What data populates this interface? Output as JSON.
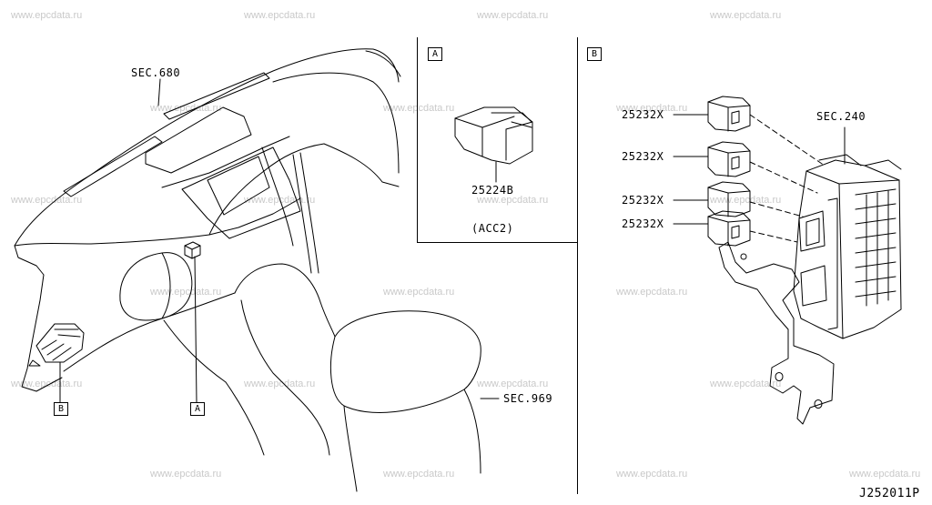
{
  "watermark": "www.epcdata.ru",
  "callouts": {
    "a": "A",
    "b": "B"
  },
  "labels": {
    "sec_680": "SEC.680",
    "sec_969": "SEC.969",
    "sec_240": "SEC.240",
    "relay_main": "25224B",
    "relay_note": "(ACC2)",
    "relay_1": "25232X",
    "relay_2": "25232X",
    "relay_3": "25232X",
    "relay_4": "25232X",
    "diagram_code": "J252011P"
  }
}
